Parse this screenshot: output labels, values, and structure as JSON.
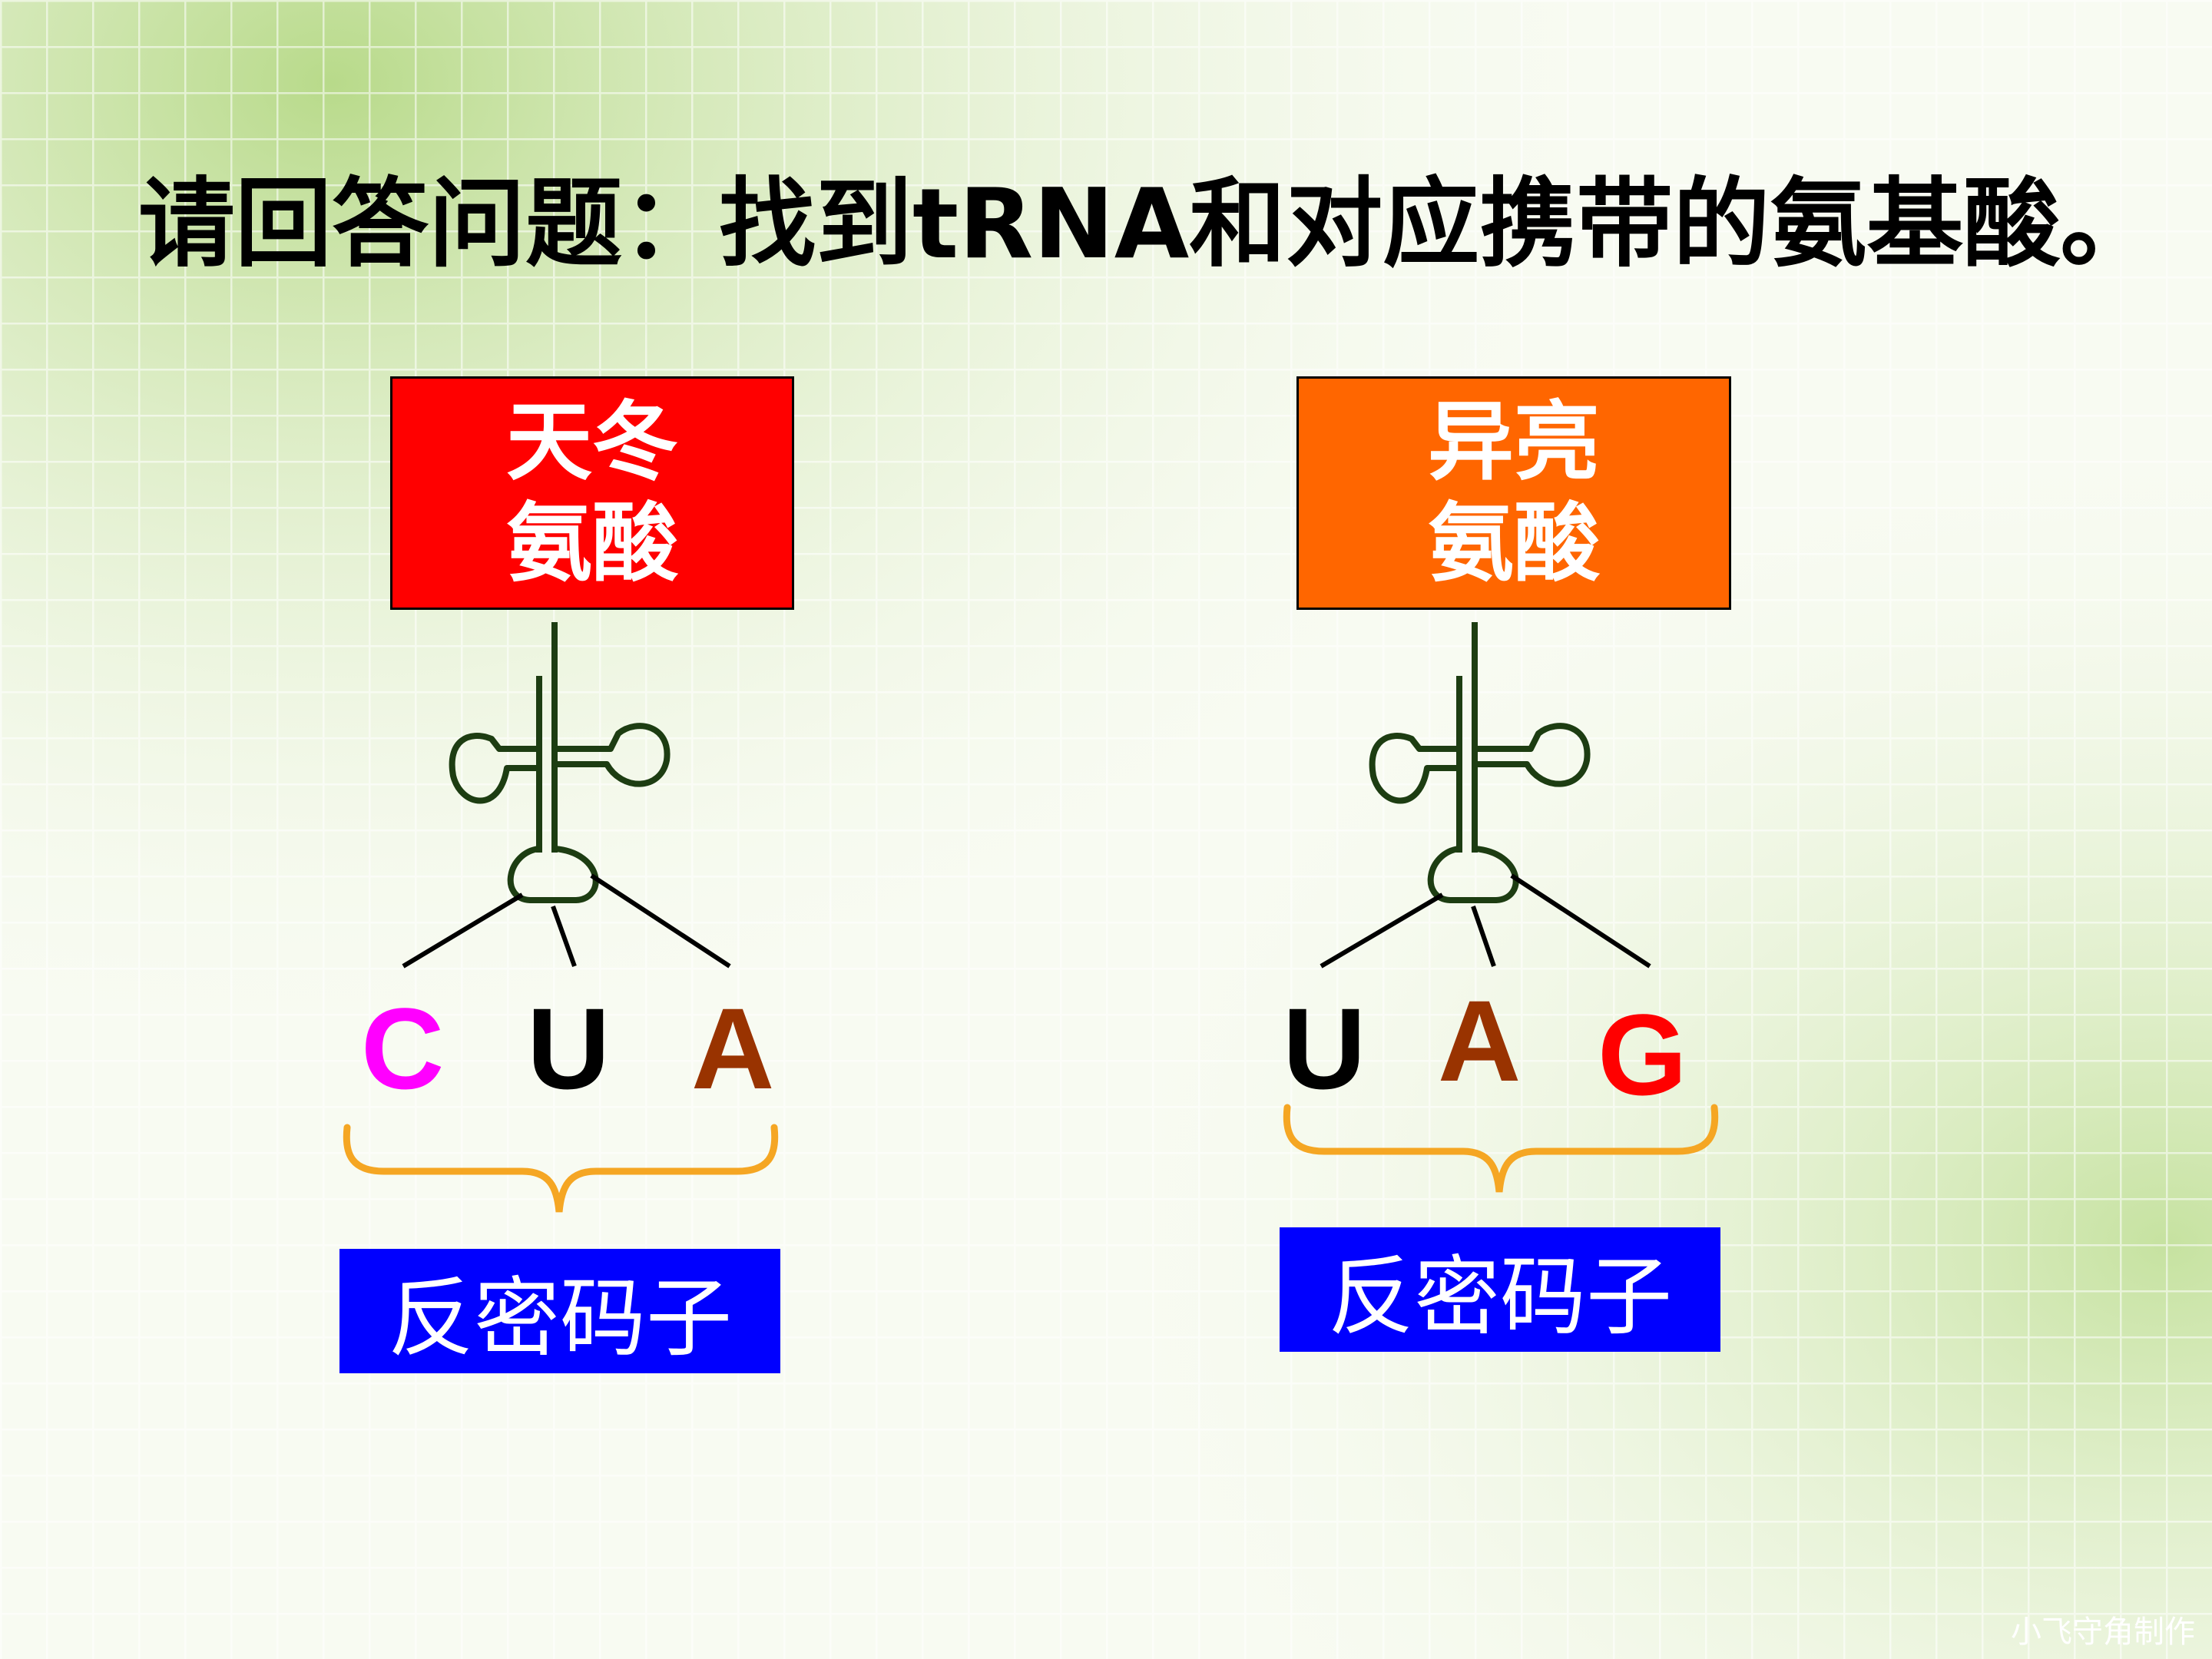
{
  "title": "请回答问题：找到tRNA和对应携带的氨基酸。",
  "left": {
    "amino_acid": [
      "天冬",
      "氨酸"
    ],
    "amino_color": "#ff0000",
    "bases": [
      {
        "letter": "C",
        "color": "#ff00ff"
      },
      {
        "letter": "U",
        "color": "#000000"
      },
      {
        "letter": "A",
        "color": "#993300"
      }
    ],
    "label": "反密码子"
  },
  "right": {
    "amino_acid": [
      "异亮",
      "氨酸"
    ],
    "amino_color": "#ff6600",
    "bases": [
      {
        "letter": "U",
        "color": "#000000"
      },
      {
        "letter": "A",
        "color": "#993300"
      },
      {
        "letter": "G",
        "color": "#ff0000"
      }
    ],
    "label": "反密码子"
  },
  "colors": {
    "trna_outline": "#1d3d12",
    "brace": "#f5a623",
    "label_bg": "#0000ff"
  },
  "credit": "小飞守角制作"
}
